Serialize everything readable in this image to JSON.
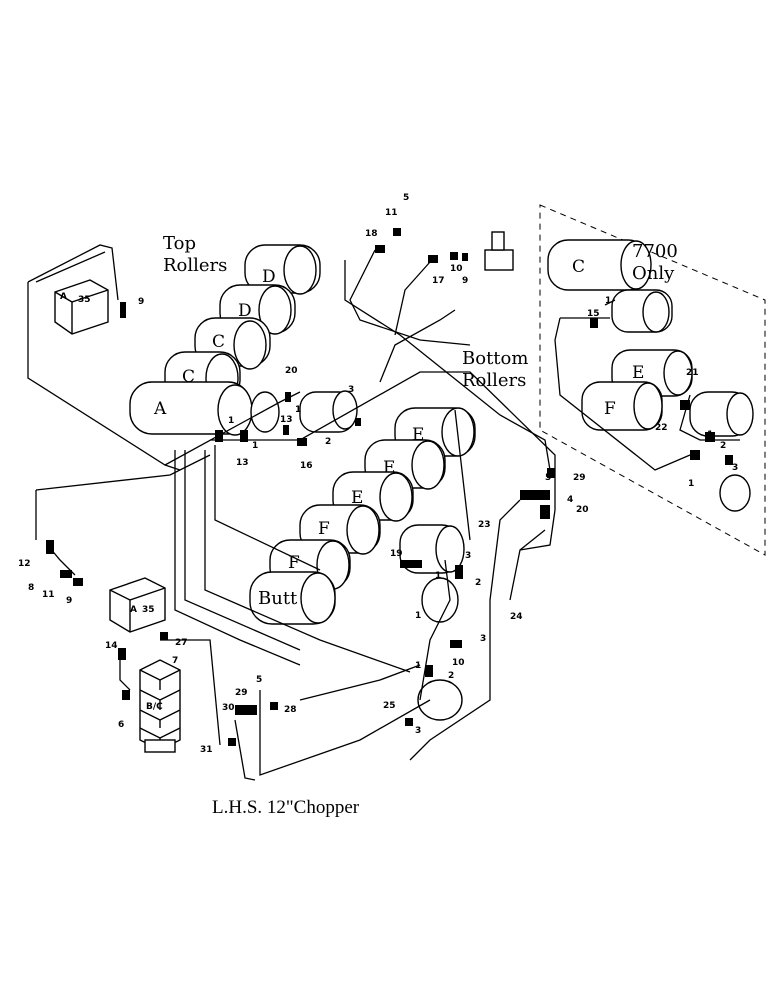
{
  "labels": {
    "top_rollers_1": "Top",
    "top_rollers_2": "Rollers",
    "bottom_rollers_1": "Bottom",
    "bottom_rollers_2": "Rollers",
    "model_1": "7700",
    "model_2": "Only",
    "butt": "Butt",
    "caption": "L.H.S. 12\"Chopper",
    "valve_mark_a": "A",
    "valve_mark_35": "35",
    "block_mark": "B/C"
  },
  "roller_letters": {
    "top_d1": "D",
    "top_d2": "D",
    "top_c1": "C",
    "top_c2": "C",
    "top_a": "A",
    "bot_e1": "E",
    "bot_e2": "E",
    "bot_e3": "E",
    "bot_f1": "F",
    "bot_f2": "F",
    "opt_c": "C",
    "opt_e": "E",
    "opt_f": "F"
  },
  "callouts": {
    "n1": "1",
    "n2": "2",
    "n3": "3",
    "n4": "4",
    "n5": "5",
    "n6": "6",
    "n7": "7",
    "n8": "8",
    "n9": "9",
    "n10": "10",
    "n11": "11",
    "n12": "12",
    "n13": "13",
    "n14": "14",
    "n15": "15",
    "n16": "16",
    "n17": "17",
    "n18": "18",
    "n19": "19",
    "n20": "20",
    "n21": "21",
    "n22": "22",
    "n23": "23",
    "n24": "24",
    "n25": "25",
    "n27": "27",
    "n28": "28",
    "n29": "29",
    "n30": "30",
    "n31": "31"
  }
}
